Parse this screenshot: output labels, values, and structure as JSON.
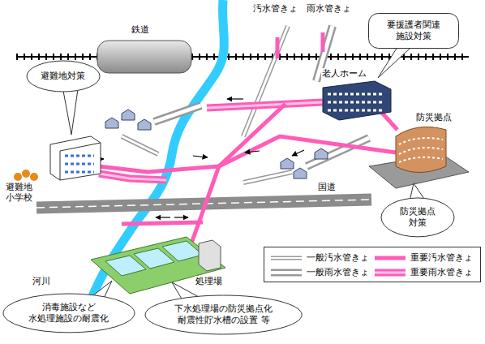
{
  "diagram": {
    "nodes": [
      {
        "text": [
          "要援護者関連 施設対策"
        ]
      },
      {
        "text": [
          "避難地対策"
        ]
      },
      {
        "text": [
          "防災拠点 対策"
        ]
      },
      {
        "text": [
          "消毒施設など 水処理施設の耐震化"
        ]
      },
      {
        "text": [
          "下水処理場の防災拠点化 耐震性貯水槽の設置 等"
        ]
      }
    ],
    "labels": [
      "鉄道",
      "汚水管きょ",
      "雨水管きょ",
      "老人ホーム",
      "防災拠点",
      "避難地 小学校",
      "国道",
      "河川",
      "処理場"
    ],
    "legend": [
      {
        "text": "一般汚水管きょ"
      },
      {
        "text": "重要汚水管きょ"
      },
      {
        "text": "一般雨水管きょ"
      },
      {
        "text": "重要雨水管きょ"
      }
    ]
  }
}
